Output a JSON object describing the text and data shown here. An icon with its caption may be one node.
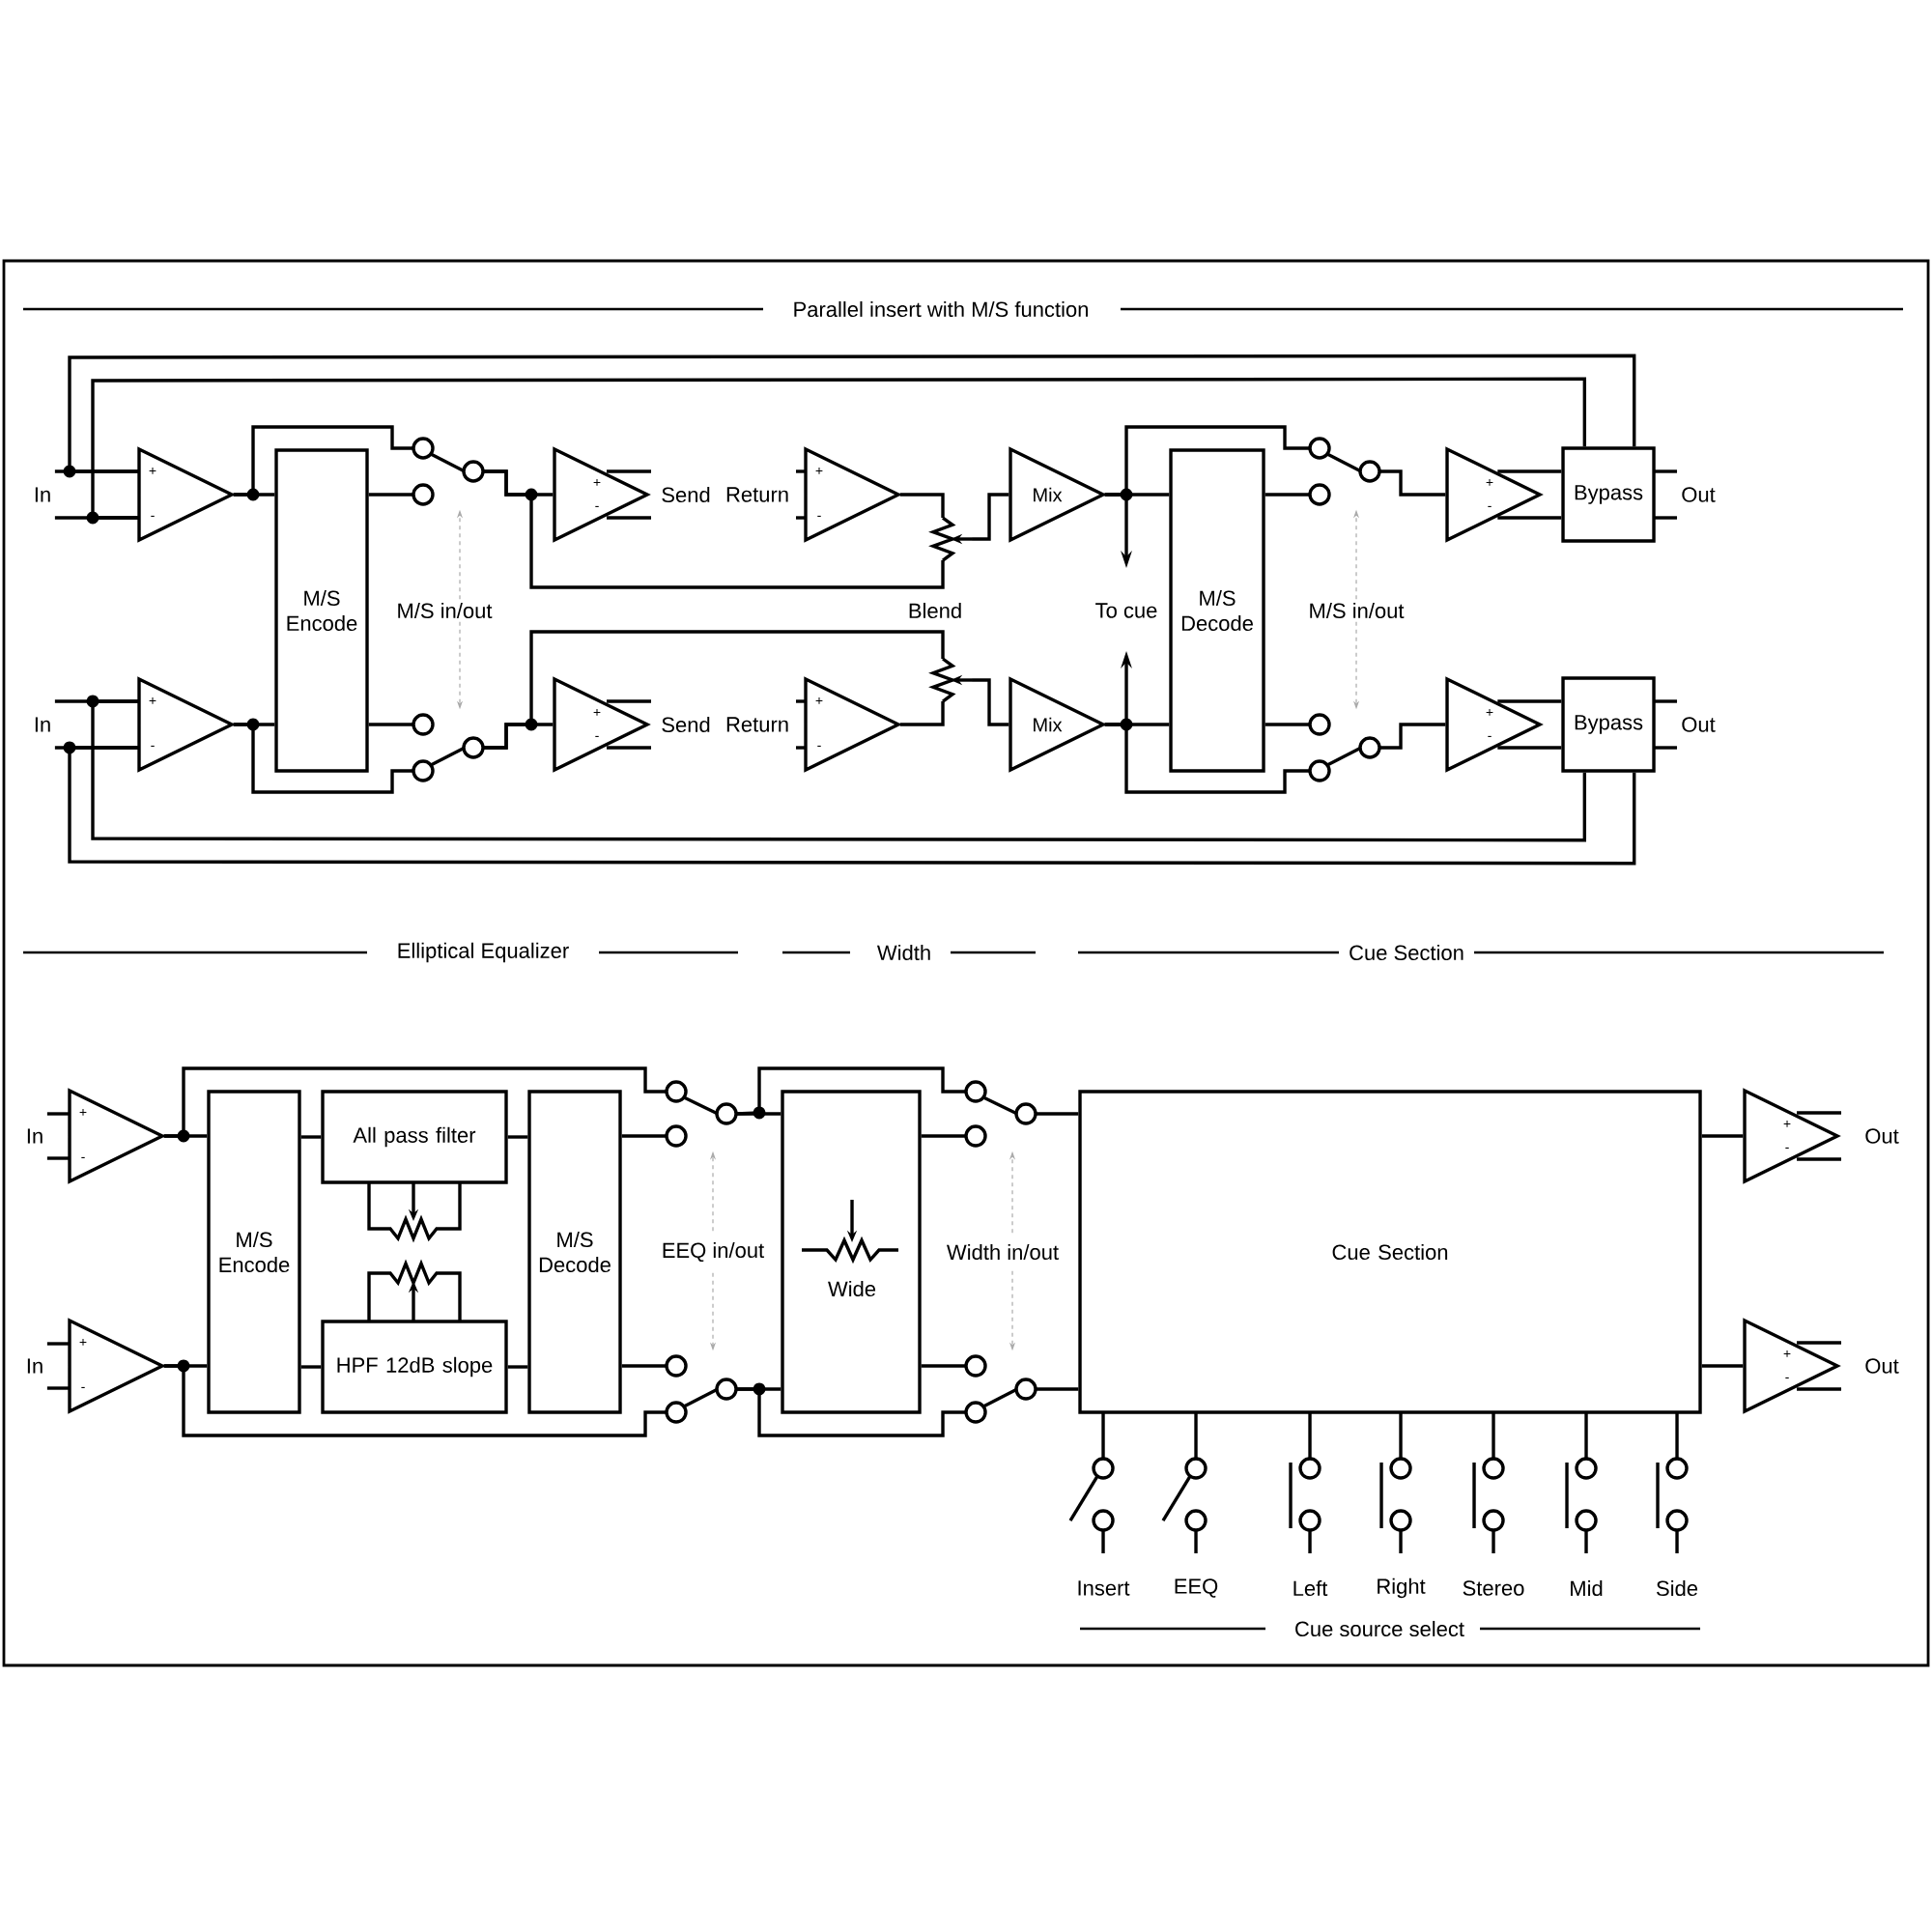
{
  "diagram": {
    "nodes": [
      {
        "text": [
          "+",
          "-"
        ]
      },
      {
        "text": [
          "+",
          "-"
        ]
      },
      {
        "text": [
          "M/S Encode"
        ]
      },
      {
        "text": [
          "+",
          "-"
        ],
        "beside": [
          "Send"
        ]
      },
      {
        "text": [
          "+",
          "-"
        ],
        "beside": [
          "Send"
        ]
      },
      {
        "text": [
          "+",
          "-"
        ],
        "beside": [
          "Return"
        ]
      },
      {
        "text": [
          "+",
          "-"
        ],
        "beside": [
          "Return"
        ]
      },
      {
        "text": [
          "Mix"
        ]
      },
      {
        "text": [
          "Mix"
        ]
      },
      {
        "text": [
          "M/S Decode"
        ]
      },
      {
        "text": [
          "+",
          "-"
        ]
      },
      {
        "text": [
          "+",
          "-"
        ]
      },
      {
        "text": [
          "Bypass"
        ],
        "beside": [
          "Out"
        ]
      },
      {
        "text": [
          "Bypass"
        ],
        "beside": [
          "Out"
        ]
      },
      {
        "text": [
          "+",
          "-"
        ]
      },
      {
        "text": [
          "+",
          "-"
        ]
      },
      {
        "text": [
          "M/S Encode"
        ]
      },
      {
        "text": [
          "All pass filter"
        ]
      },
      {
        "text": [
          "HPF 12dB slope"
        ]
      },
      {
        "text": [
          "M/S Decode"
        ]
      },
      {
        "text": [
          "Wide"
        ]
      },
      {
        "text": [
          "Cue Section"
        ]
      },
      {
        "text": [
          "+",
          "-"
        ],
        "beside": [
          "Out"
        ]
      },
      {
        "text": [
          "+",
          "-"
        ],
        "beside": [
          "Out"
        ]
      },
      {
        "text": [],
        "shape": "switch"
      },
      {
        "text": [],
        "shape": "switch"
      },
      {
        "text": [],
        "shape": "resistor"
      },
      {
        "text": [],
        "shape": "resistor"
      },
      {
        "text": [],
        "shape": "switch"
      },
      {
        "text": [],
        "shape": "switch"
      },
      {
        "text": [],
        "shape": "switch"
      },
      {
        "text": [],
        "shape": "switch"
      },
      {
        "text": [],
        "shape": "switch"
      },
      {
        "text": [],
        "shape": "switch"
      },
      {
        "text": [],
        "shape": "resistor"
      },
      {
        "text": [],
        "shape": "resistor"
      },
      {
        "text": [
          "In"
        ]
      },
      {
        "text": [
          "In"
        ]
      },
      {
        "text": [
          "In"
        ]
      },
      {
        "text": [
          "In"
        ]
      },
      {
        "text": [
          "M/S in/out"
        ]
      },
      {
        "text": [
          "M/S in/out"
        ]
      },
      {
        "text": [
          "EEQ in/out"
        ]
      },
      {
        "text": [
          "Width in/out"
        ]
      }
    ],
    "edges": [
      {
        "from": 36,
        "to": 0,
        "arrow": "none"
      },
      {
        "from": 36,
        "to": 0,
        "arrow": "none"
      },
      {
        "from": 0,
        "to": 12,
        "arrow": "none"
      },
      {
        "from": 0,
        "to": 12,
        "arrow": "none"
      },
      {
        "from": 0,
        "to": 2,
        "arrow": "none"
      },
      {
        "from": 0,
        "to": 24,
        "arrow": "none"
      },
      {
        "from": 2,
        "to": 24,
        "arrow": "none"
      },
      {
        "from": 24,
        "to": 3,
        "arrow": "none"
      },
      {
        "from": 24,
        "to": 26,
        "arrow": "none"
      },
      {
        "from": 5,
        "to": 26,
        "arrow": "none"
      },
      {
        "from": 26,
        "to": 7,
        "arrow": "none"
      },
      {
        "from": 7,
        "to": 9,
        "arrow": "none"
      },
      {
        "from": 7,
        "to": null,
        "arrow": "to"
      },
      {
        "from": 7,
        "to": 28,
        "arrow": "none"
      },
      {
        "from": 9,
        "to": 28,
        "arrow": "none"
      },
      {
        "from": 28,
        "to": 10,
        "arrow": "none"
      },
      {
        "from": 10,
        "to": 12,
        "arrow": "none"
      },
      {
        "from": 10,
        "to": 12,
        "arrow": "none"
      },
      {
        "from": 37,
        "to": 1,
        "arrow": "none"
      },
      {
        "from": 37,
        "to": 1,
        "arrow": "none"
      },
      {
        "from": 1,
        "to": 13,
        "arrow": "none"
      },
      {
        "from": 1,
        "to": 13,
        "arrow": "none"
      },
      {
        "from": 1,
        "to": 2,
        "arrow": "none"
      },
      {
        "from": 1,
        "to": 25,
        "arrow": "none"
      },
      {
        "from": 2,
        "to": 25,
        "arrow": "none"
      },
      {
        "from": 25,
        "to": 4,
        "arrow": "none"
      },
      {
        "from": 25,
        "to": 27,
        "arrow": "none"
      },
      {
        "from": 6,
        "to": 27,
        "arrow": "none"
      },
      {
        "from": 27,
        "to": 8,
        "arrow": "none"
      },
      {
        "from": 8,
        "to": 9,
        "arrow": "none"
      },
      {
        "from": 8,
        "to": null,
        "arrow": "to"
      },
      {
        "from": 8,
        "to": 29,
        "arrow": "none"
      },
      {
        "from": 9,
        "to": 29,
        "arrow": "none"
      },
      {
        "from": 29,
        "to": 11,
        "arrow": "none"
      },
      {
        "from": 11,
        "to": 13,
        "arrow": "none"
      },
      {
        "from": 11,
        "to": 13,
        "arrow": "none"
      },
      {
        "from": 38,
        "to": 14,
        "arrow": "none"
      },
      {
        "from": 38,
        "to": 14,
        "arrow": "none"
      },
      {
        "from": 14,
        "to": 16,
        "arrow": "none"
      },
      {
        "from": 14,
        "to": 30,
        "arrow": "none"
      },
      {
        "from": 16,
        "to": 17,
        "arrow": "none"
      },
      {
        "from": 16,
        "to": 18,
        "arrow": "none"
      },
      {
        "from": 17,
        "to": 19,
        "arrow": "none"
      },
      {
        "from": 18,
        "to": 19,
        "arrow": "none"
      },
      {
        "from": 19,
        "to": 30,
        "arrow": "none"
      },
      {
        "from": 30,
        "to": 20,
        "arrow": "none"
      },
      {
        "from": 30,
        "to": 32,
        "arrow": "none"
      },
      {
        "from": 20,
        "to": 32,
        "arrow": "none"
      },
      {
        "from": 32,
        "to": 21,
        "arrow": "none"
      },
      {
        "from": 39,
        "to": 15,
        "arrow": "none"
      },
      {
        "from": 39,
        "to": 15,
        "arrow": "none"
      },
      {
        "from": 15,
        "to": 16,
        "arrow": "none"
      },
      {
        "from": 15,
        "to": 31,
        "arrow": "none"
      },
      {
        "from": 19,
        "to": 31,
        "arrow": "none"
      },
      {
        "from": 31,
        "to": 20,
        "arrow": "none"
      },
      {
        "from": 31,
        "to": 33,
        "arrow": "none"
      },
      {
        "from": 20,
        "to": 33,
        "arrow": "none"
      },
      {
        "from": 33,
        "to": 21,
        "arrow": "none"
      },
      {
        "from": 21,
        "to": 22,
        "arrow": "none"
      },
      {
        "from": 21,
        "to": 23,
        "arrow": "none"
      },
      {
        "from": 40,
        "to": 24,
        "arrow": "to",
        "style": "dashed",
        "color": "#aaaaaa"
      },
      {
        "from": 40,
        "to": 25,
        "arrow": "to",
        "style": "dashed",
        "color": "#aaaaaa"
      },
      {
        "from": 41,
        "to": 28,
        "arrow": "to",
        "style": "dashed",
        "color": "#aaaaaa"
      },
      {
        "from": 41,
        "to": 29,
        "arrow": "to",
        "style": "dashed",
        "color": "#aaaaaa"
      },
      {
        "from": 42,
        "to": 30,
        "arrow": "to",
        "style": "dashed",
        "color": "#aaaaaa"
      },
      {
        "from": 42,
        "to": 31,
        "arrow": "to",
        "style": "dashed",
        "color": "#aaaaaa"
      },
      {
        "from": 43,
        "to": 32,
        "arrow": "to",
        "style": "dashed",
        "color": "#aaaaaa"
      },
      {
        "from": 43,
        "to": 33,
        "arrow": "to",
        "style": "dashed",
        "color": "#aaaaaa"
      }
    ],
    "labels": [
      "Parallel insert with M/S function",
      "Blend",
      "To cue",
      "Elliptical Equalizer",
      "Width",
      "Cue Section",
      "Insert",
      "EEQ",
      "Left",
      "Right",
      "Stereo",
      "Mid",
      "Side",
      "Cue source select"
    ]
  }
}
